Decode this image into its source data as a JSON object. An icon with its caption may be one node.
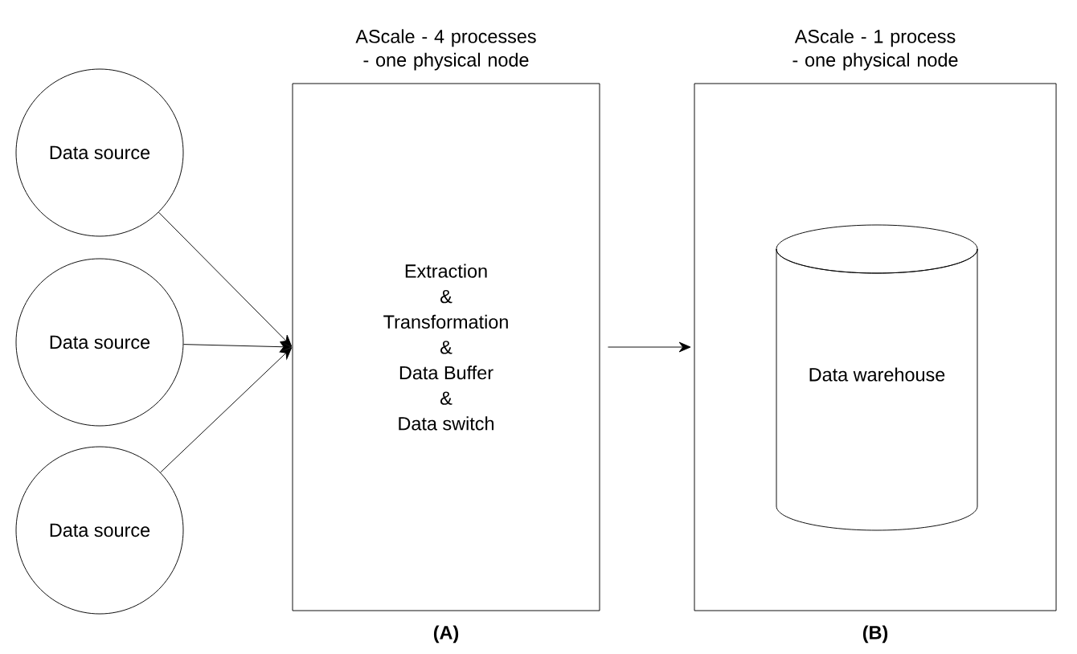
{
  "diagram": {
    "nodes": [
      {
        "text": [
          "Data source"
        ]
      },
      {
        "text": [
          "Data source"
        ]
      },
      {
        "text": [
          "Data source"
        ]
      },
      {
        "text": [
          "AScale - 4 processes - one physical node",
          "Extraction",
          "&",
          "Transformation",
          "&",
          "Data Buffer",
          "&",
          "Data switch"
        ],
        "beside": [
          "(A)"
        ]
      },
      {
        "text": [
          "AScale - 1 process - one physical node"
        ],
        "beside": [
          "(B)"
        ]
      },
      {
        "text": [
          "Data warehouse"
        ],
        "in": 4
      }
    ],
    "edges": [
      {
        "from": 0,
        "to": 3,
        "arrow": "to"
      },
      {
        "from": 1,
        "to": 3,
        "arrow": "to"
      },
      {
        "from": 2,
        "to": 3,
        "arrow": "to"
      },
      {
        "from": 3,
        "to": 4,
        "arrow": "to"
      }
    ]
  }
}
